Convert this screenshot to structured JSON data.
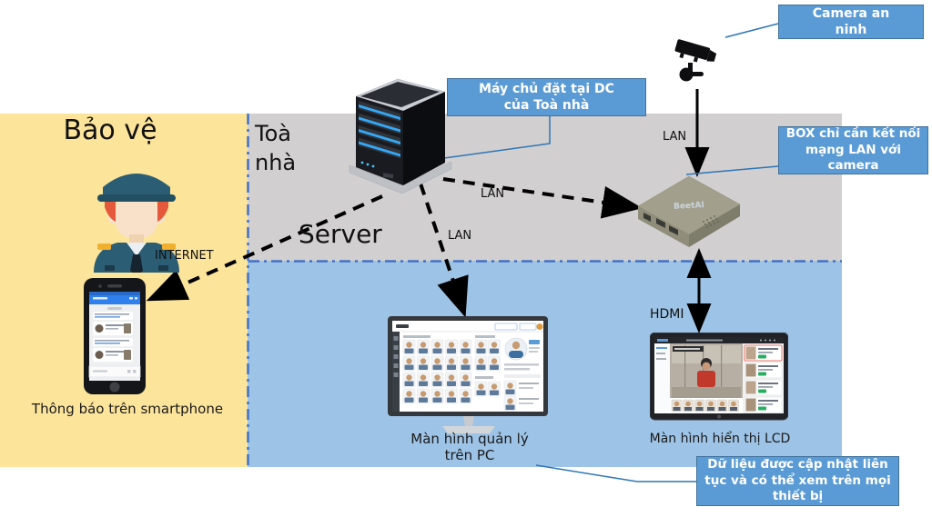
{
  "zones": {
    "guard": {
      "title": "Bảo vệ"
    },
    "building": {
      "title": "Toà nhà"
    },
    "server_label": "Server"
  },
  "callouts": {
    "camera": "Camera an\nninh",
    "server_dc": "Máy chủ đặt tại DC\ncủa Toà nhà",
    "box_lan": "BOX chỉ cần kết nối\nmạng LAN với\ncamera",
    "data_update": "Dữ liệu được cập nhật liên\ntục và có thể xem trên mọi\nthiết bị"
  },
  "connections": {
    "internet": "INTERNET",
    "lan_server_box": "LAN",
    "lan_server_pc": "LAN",
    "lan_camera_box": "LAN",
    "hdmi_box_lcd": "HDMI"
  },
  "captions": {
    "smartphone": "Thông báo trên smartphone",
    "pc": "Màn hình quản lý\ntrên PC",
    "lcd": "Màn hình hiển thị LCD"
  },
  "devices": {
    "box_brand": "BeetAI"
  },
  "colors": {
    "zone_guard_bg": "#FCE49B",
    "zone_gray_bg": "#D1CFCF",
    "zone_blue_bg": "#9DC3E6",
    "callout_bg": "#5B9BD5",
    "callout_border": "#41719C",
    "boundary_line": "#4472C4",
    "connector_line": "#2E75B6",
    "arrow": "#000000"
  }
}
